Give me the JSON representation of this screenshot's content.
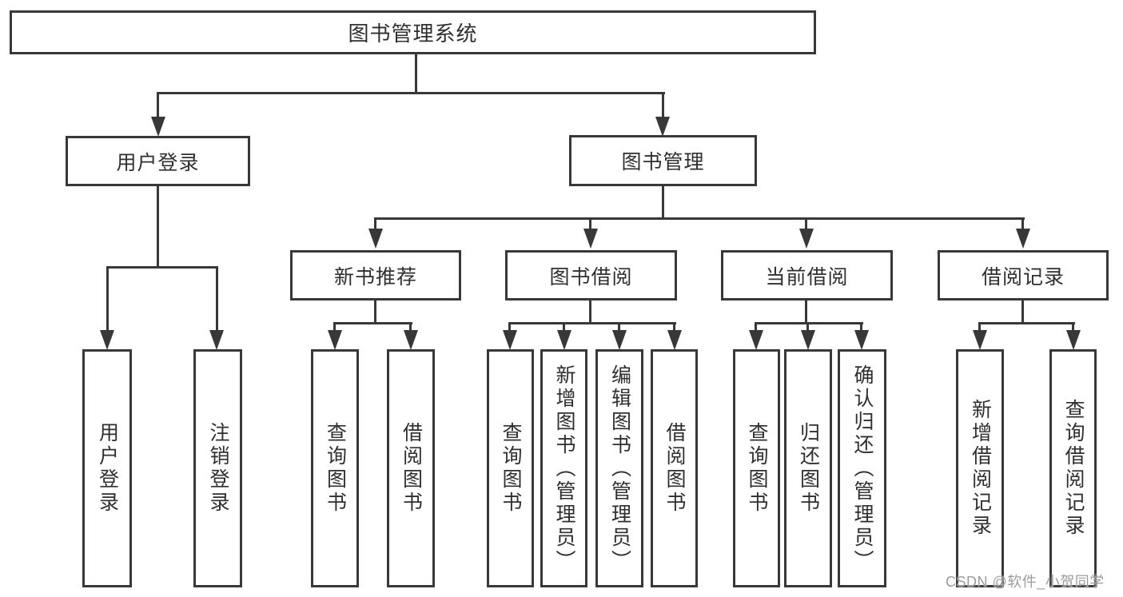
{
  "diagram": {
    "root": {
      "label": "图书管理系统"
    },
    "level2": [
      {
        "label": "用户登录"
      },
      {
        "label": "图书管理"
      }
    ],
    "level3": [
      {
        "label": "新书推荐"
      },
      {
        "label": "图书借阅"
      },
      {
        "label": "当前借阅"
      },
      {
        "label": "借阅记录"
      }
    ],
    "leaves": {
      "user_login": [
        {
          "label": "用户登录"
        },
        {
          "label": "注销登录"
        }
      ],
      "new_books": [
        {
          "label": "查询图书"
        },
        {
          "label": "借阅图书"
        }
      ],
      "borrow": [
        {
          "label": "查询图书"
        },
        {
          "label": "新增图书（管理员）"
        },
        {
          "label": "编辑图书（管理员）"
        },
        {
          "label": "借阅图书"
        }
      ],
      "current": [
        {
          "label": "查询图书"
        },
        {
          "label": "归还图书"
        },
        {
          "label": "确认归还（管理员）"
        }
      ],
      "records": [
        {
          "label": "新增借阅记录"
        },
        {
          "label": "查询借阅记录"
        }
      ]
    }
  },
  "watermark": {
    "text": "CSDN @软件_小贺同学"
  },
  "colors": {
    "line": "#383838",
    "text": "#2f2f2f",
    "watermark": "#9c9c9c",
    "background": "#ffffff"
  }
}
